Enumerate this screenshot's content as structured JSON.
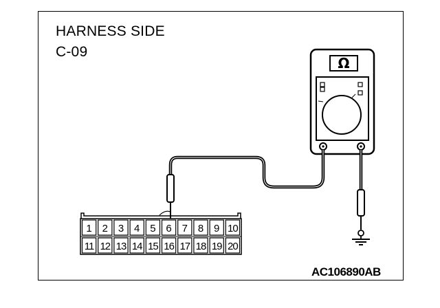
{
  "labels": {
    "harness_side": "HARNESS SIDE",
    "connector": "C-09",
    "meter_symbol": "Ω",
    "reference": "AC106890AB"
  },
  "connector_pins": {
    "top_row": [
      "1",
      "2",
      "3",
      "4",
      "5",
      "6",
      "7",
      "8",
      "9",
      "10"
    ],
    "bottom_row": [
      "11",
      "12",
      "13",
      "14",
      "15",
      "16",
      "17",
      "18",
      "19",
      "20"
    ]
  },
  "probe_pin": "6"
}
